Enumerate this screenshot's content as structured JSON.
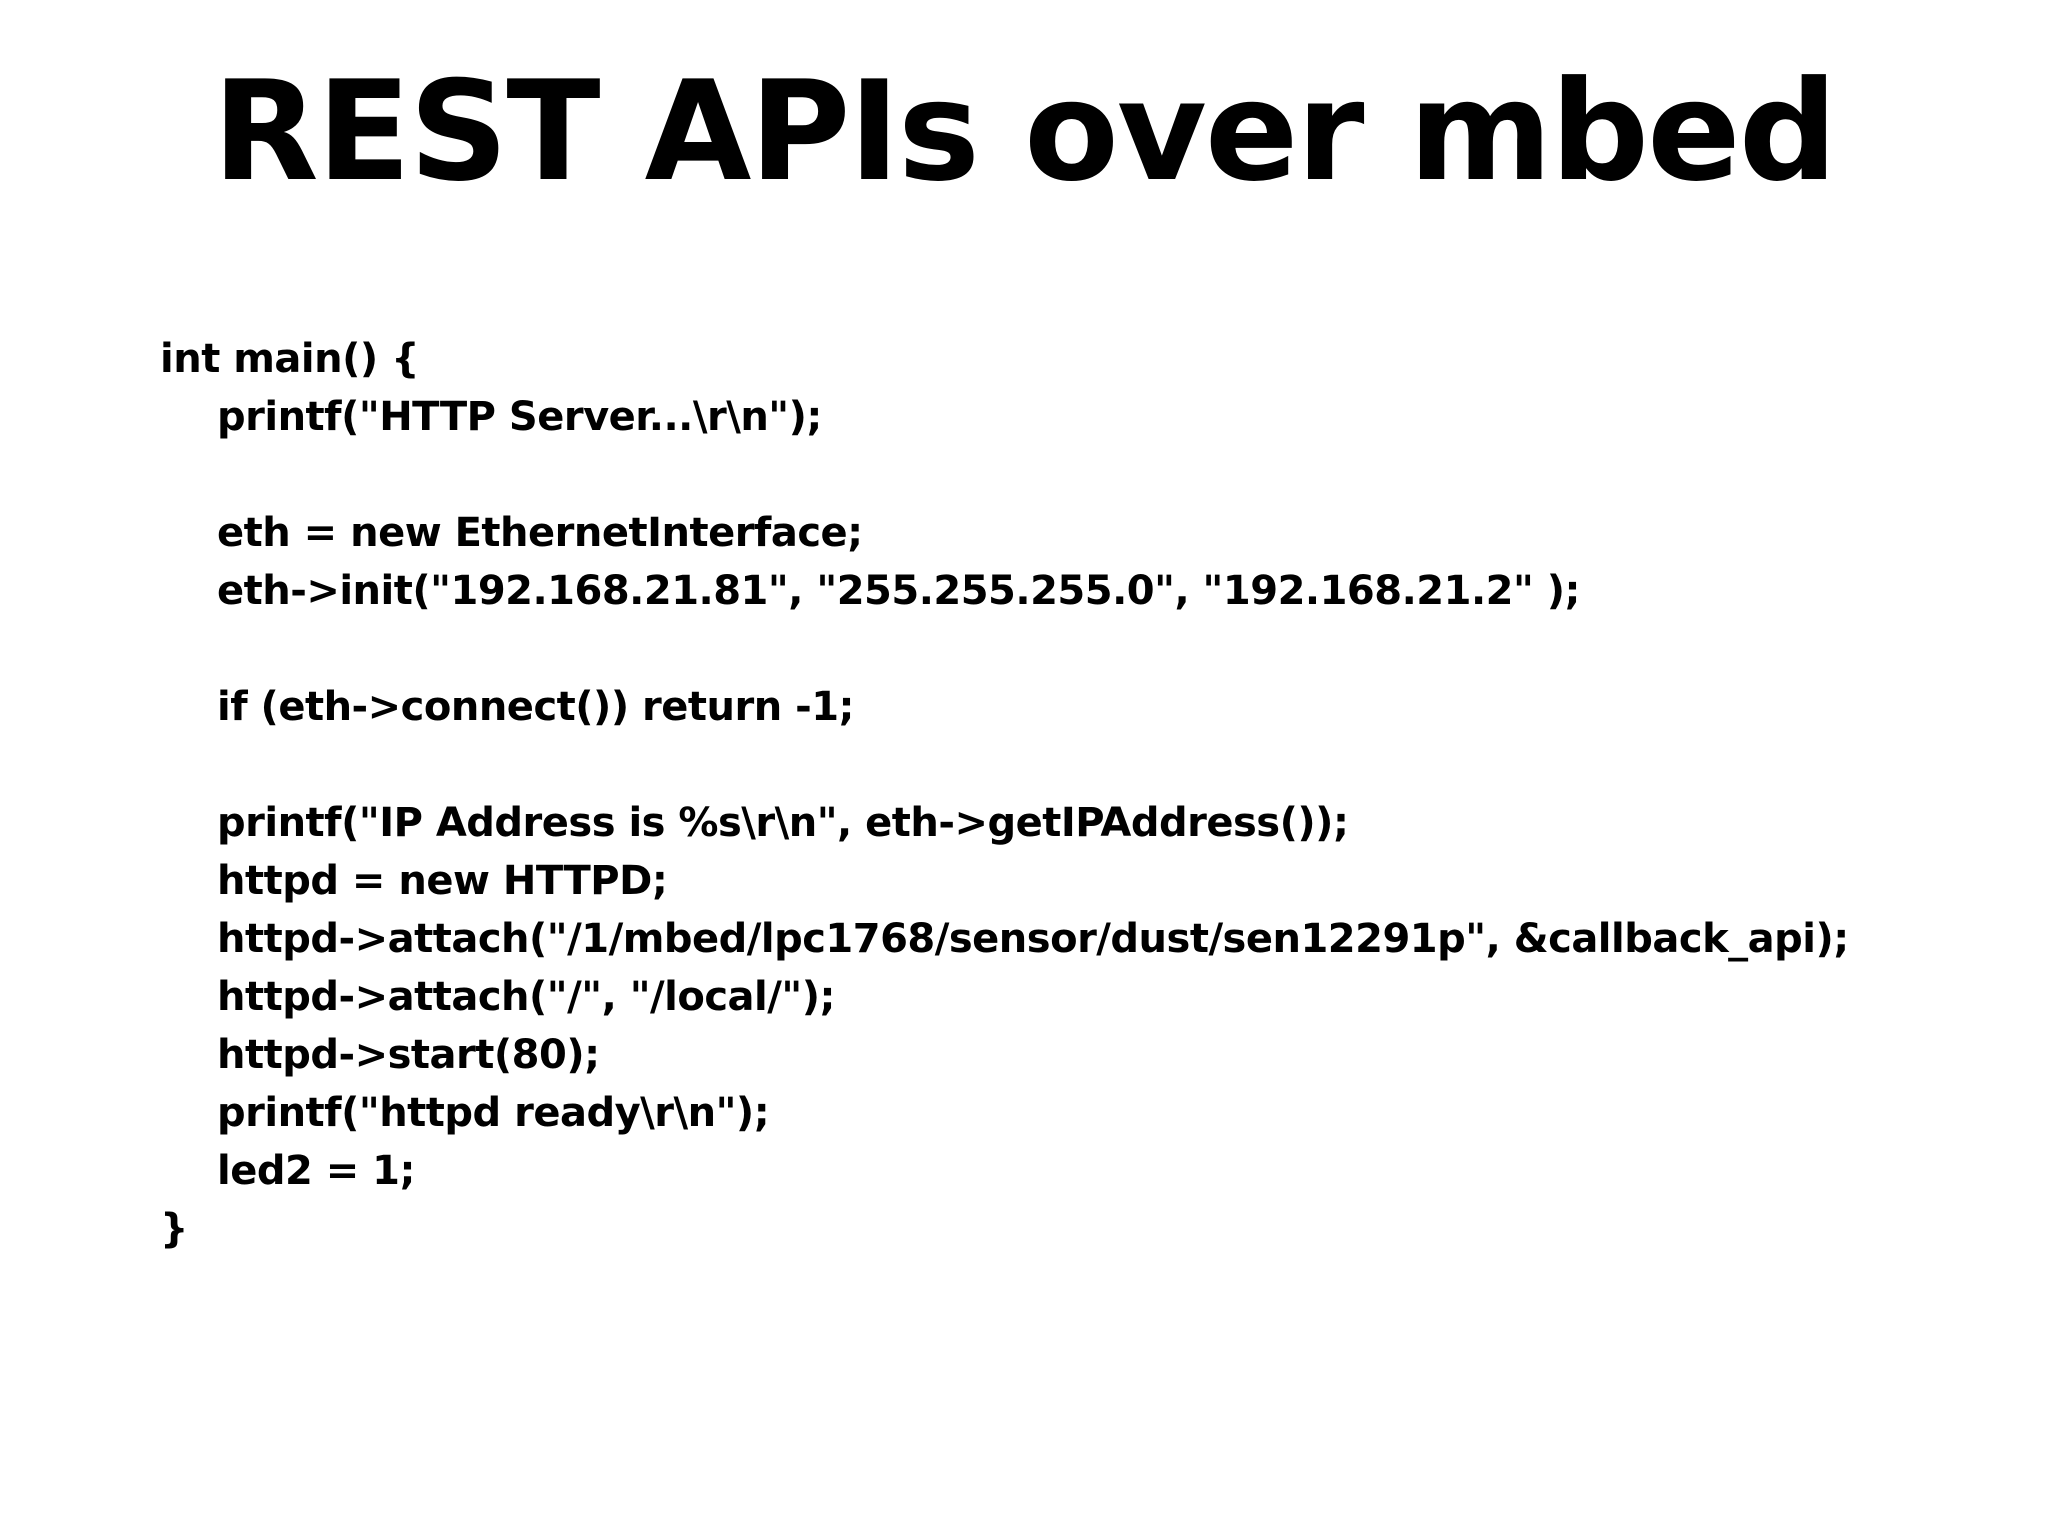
{
  "slide": {
    "title": "REST APIs over mbed",
    "code": [
      {
        "text": "int main() {",
        "indent": false
      },
      {
        "text": "printf(\"HTTP Server...\\r\\n\");",
        "indent": true
      },
      {
        "text": "",
        "indent": false
      },
      {
        "text": "eth = new EthernetInterface;",
        "indent": true
      },
      {
        "text": "eth->init(\"192.168.21.81\", \"255.255.255.0\", \"192.168.21.2\" );",
        "indent": true
      },
      {
        "text": "",
        "indent": false
      },
      {
        "text": "if (eth->connect()) return -1;",
        "indent": true
      },
      {
        "text": "",
        "indent": false
      },
      {
        "text": "printf(\"IP Address is %s\\r\\n\", eth->getIPAddress());",
        "indent": true
      },
      {
        "text": "httpd = new HTTPD;",
        "indent": true
      },
      {
        "text": "httpd->attach(\"/1/mbed/lpc1768/sensor/dust/sen12291p\", &callback_api);",
        "indent": true
      },
      {
        "text": "httpd->attach(\"/\", \"/local/\");",
        "indent": true
      },
      {
        "text": "httpd->start(80);",
        "indent": true
      },
      {
        "text": "printf(\"httpd ready\\r\\n\");",
        "indent": true
      },
      {
        "text": "led2 = 1;",
        "indent": true
      },
      {
        "text": "}",
        "indent": false
      }
    ]
  }
}
